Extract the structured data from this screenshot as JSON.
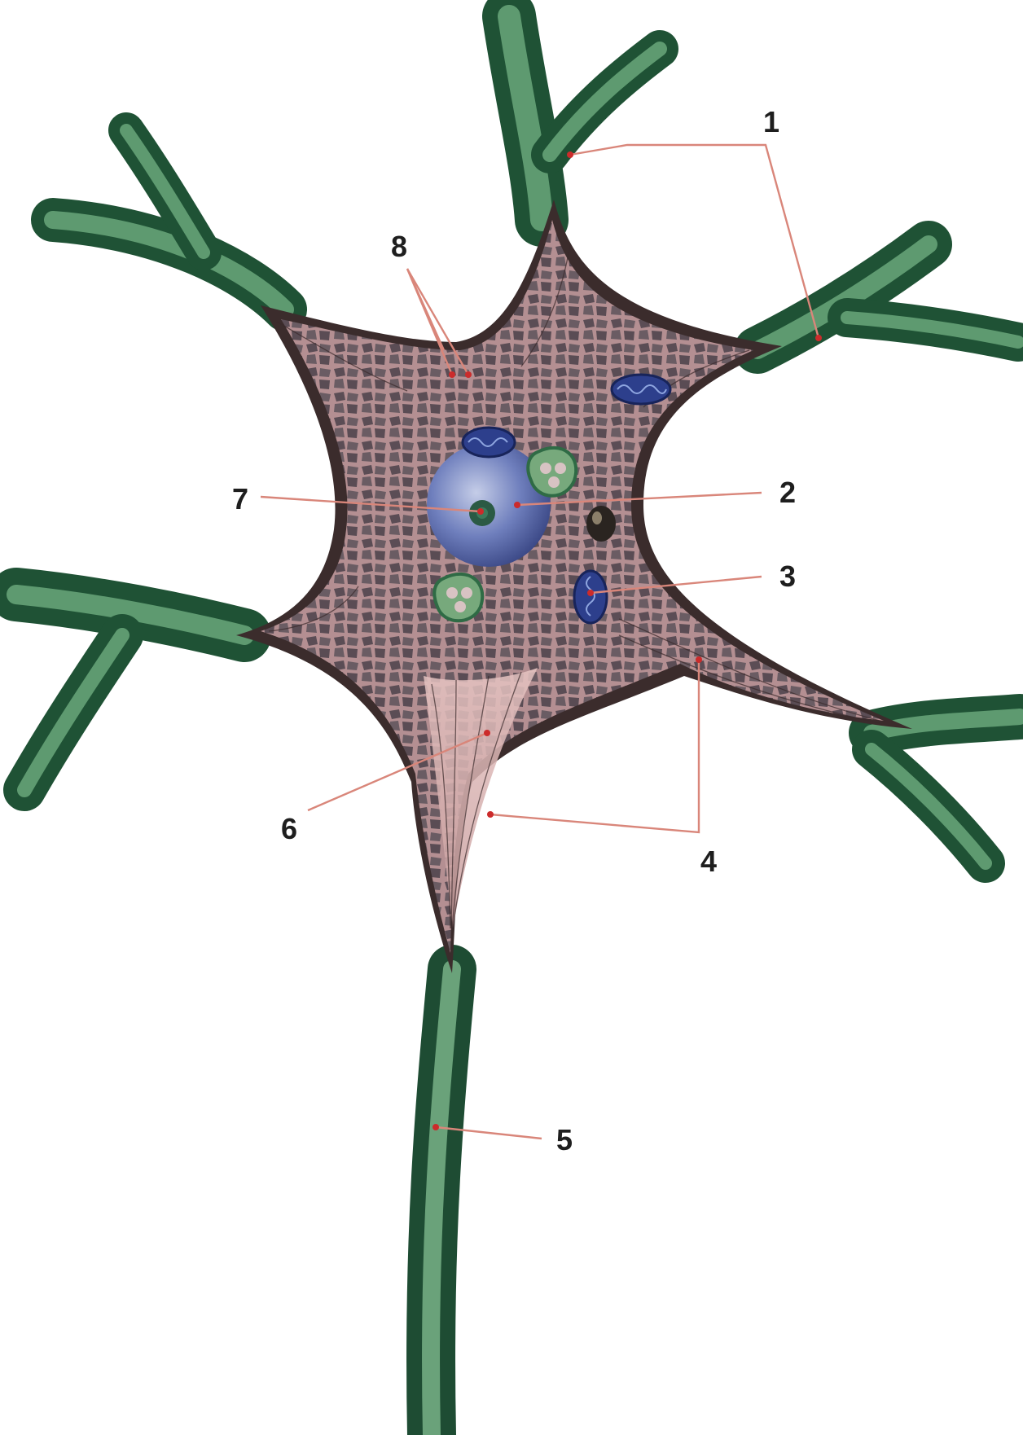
{
  "labels": {
    "l1": "1",
    "l2": "2",
    "l3": "3",
    "l4": "4",
    "l5": "5",
    "l6": "6",
    "l7": "7",
    "l8": "8"
  },
  "colors": {
    "background": "#ffffff",
    "dendrite": "#2f6b45",
    "cell_body": "#9a7b7e",
    "nucleus": "#4a5b9a",
    "leader_line": "#d9867a",
    "leader_dot": "#cc2b2b"
  }
}
